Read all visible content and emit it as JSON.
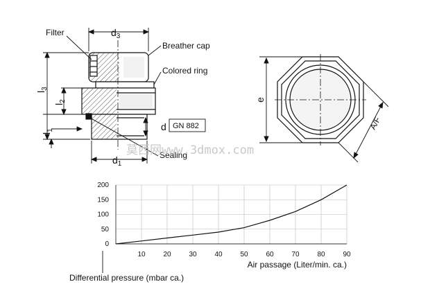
{
  "labels": {
    "filter": "Filter",
    "breather_cap": "Breather cap",
    "colored_ring": "Colored ring",
    "sealing": "Sealing",
    "standard": "GN 882",
    "dim_d3": "d",
    "dim_d3_sub": "3",
    "dim_d1": "d",
    "dim_d1_sub": "1",
    "dim_d": "d",
    "dim_l3": "l",
    "dim_l3_sub": "3",
    "dim_l2": "l",
    "dim_l2_sub": "2",
    "dim_l1": "l",
    "dim_l1_sub": "1",
    "dim_e": "e",
    "dim_af": "A/F",
    "watermark": "莫西网www.3dmox.com"
  },
  "chart_data": {
    "type": "line",
    "xlabel": "Air passage (Liter/min. ca.)",
    "ylabel": "Differential pressure (mbar ca.)",
    "xlim": [
      0,
      90
    ],
    "ylim": [
      0,
      200
    ],
    "xticks": [
      10,
      20,
      30,
      40,
      50,
      60,
      70,
      80,
      90
    ],
    "yticks": [
      0,
      50,
      100,
      150,
      200
    ],
    "grid": true,
    "series": [
      {
        "x": [
          0,
          10,
          20,
          30,
          40,
          50,
          60,
          70,
          80,
          90
        ],
        "y": [
          0,
          10,
          20,
          30,
          40,
          55,
          80,
          110,
          150,
          200
        ]
      }
    ]
  }
}
